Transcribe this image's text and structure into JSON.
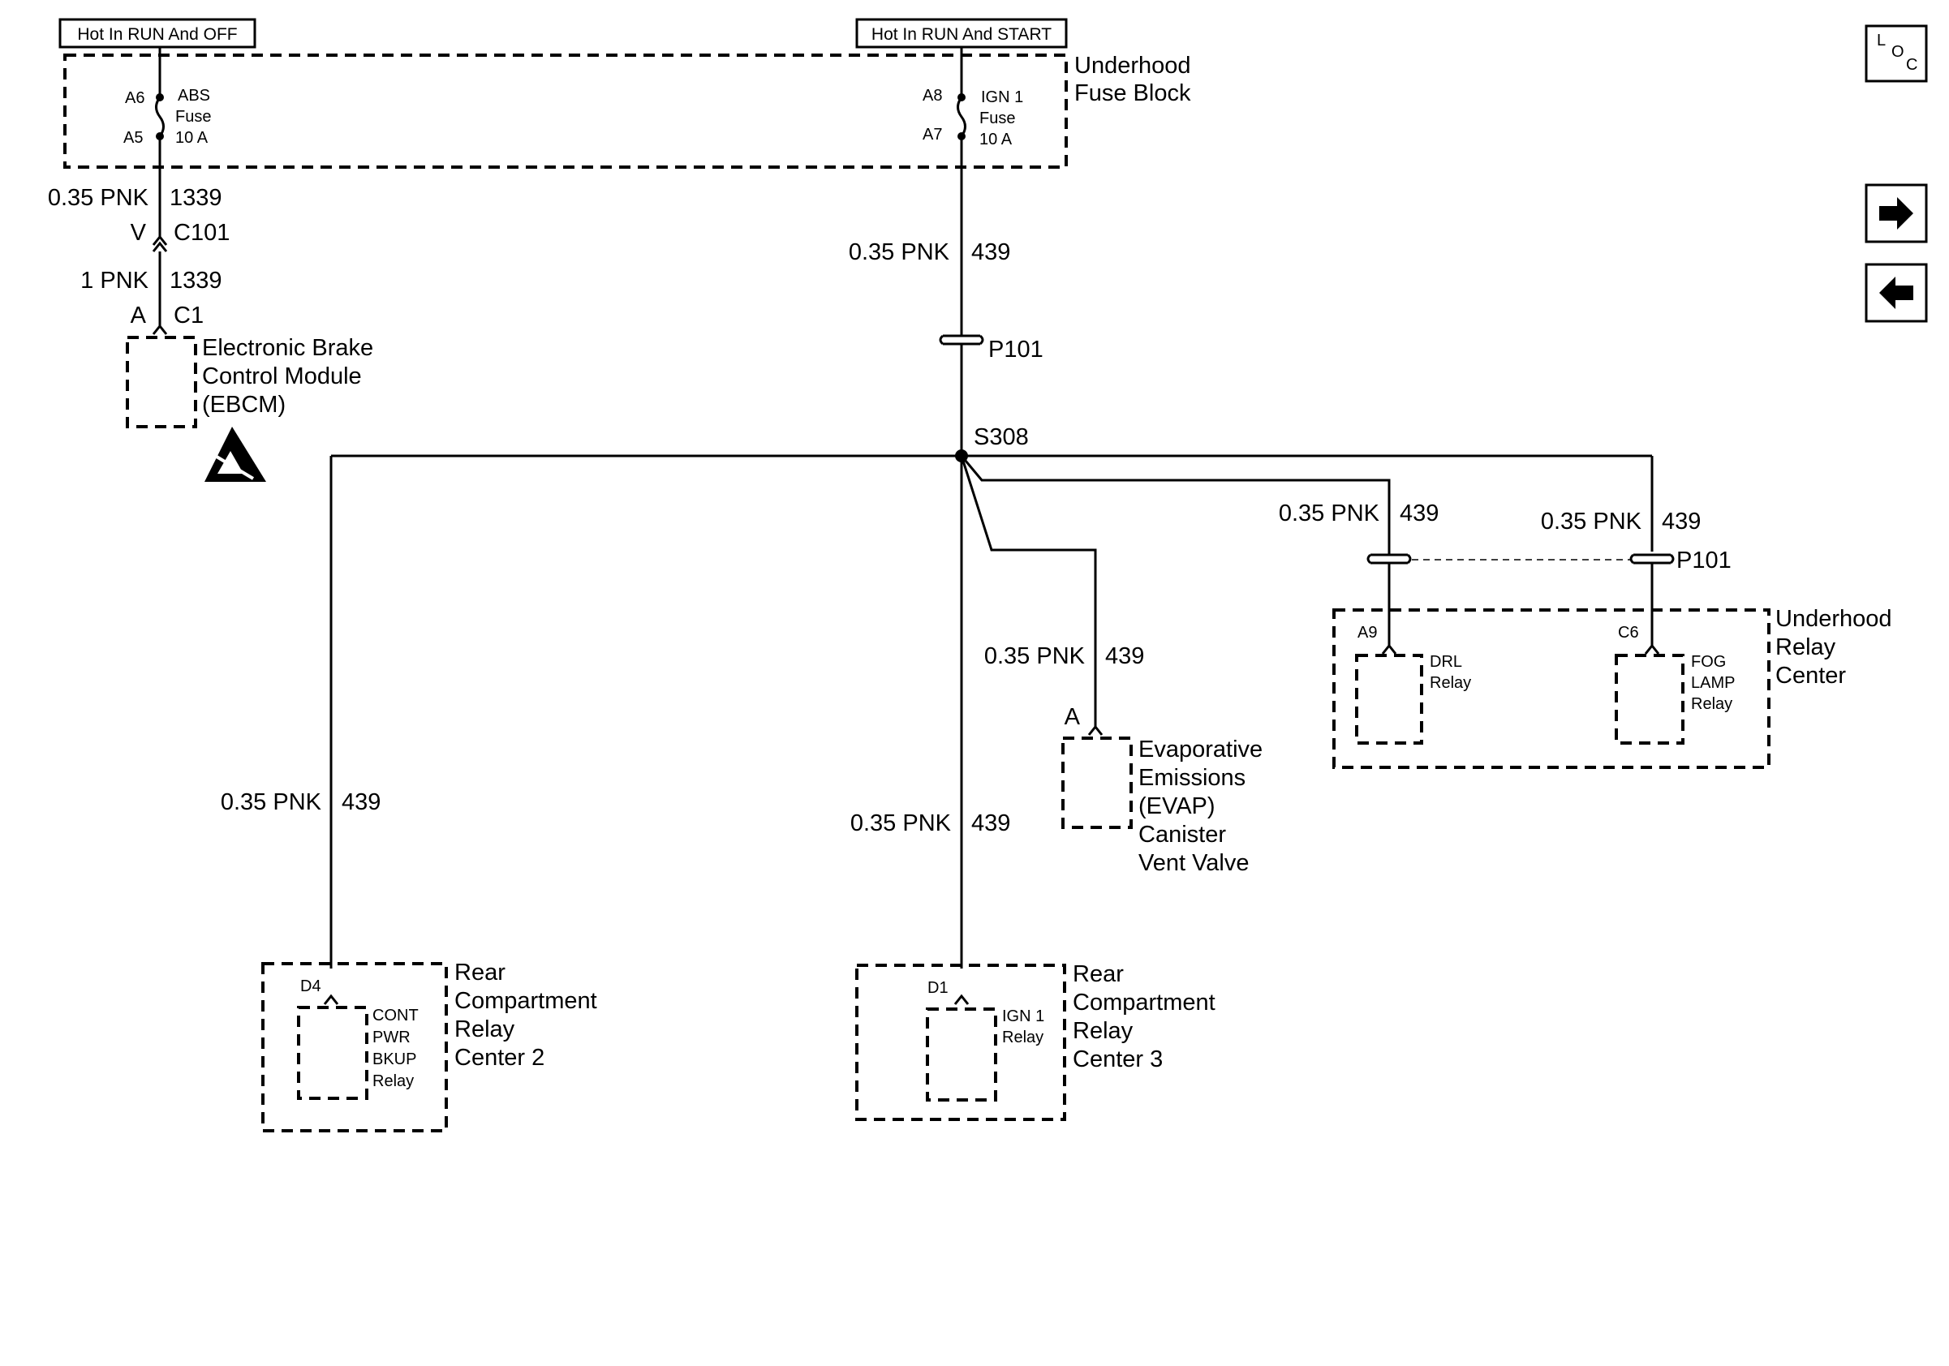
{
  "power": {
    "hot_run_off": "Hot In RUN And OFF",
    "hot_run_start": "Hot In RUN And START"
  },
  "fuse_block": {
    "title_1": "Underhood",
    "title_2": "Fuse Block",
    "abs_fuse": {
      "pin_in": "A6",
      "pin_out": "A5",
      "l1": "ABS",
      "l2": "Fuse",
      "l3": "10 A"
    },
    "ign_fuse": {
      "pin_in": "A8",
      "pin_out": "A7",
      "l1": "IGN 1",
      "l2": "Fuse",
      "l3": "10 A"
    }
  },
  "ebcm_circuit": {
    "wire1_gauge": "0.35 PNK",
    "wire1_circuit": "1339",
    "c101_pin": "V",
    "c101": "C101",
    "wire2_gauge": "1 PNK",
    "wire2_circuit": "1339",
    "c1_pin": "A",
    "c1": "C1",
    "module_l1": "Electronic Brake",
    "module_l2": "Control Module",
    "module_l3": "(EBCM)"
  },
  "main_feed": {
    "gauge": "0.35 PNK",
    "circuit": "439",
    "p101": "P101",
    "splice": "S308"
  },
  "drl_branch": {
    "gauge": "0.35 PNK",
    "circuit": "439"
  },
  "fog_branch": {
    "gauge": "0.35 PNK",
    "circuit": "439",
    "p101": "P101"
  },
  "relay_center": {
    "title_1": "Underhood",
    "title_2": "Relay",
    "title_3": "Center",
    "drl_pin": "A9",
    "drl_l1": "DRL",
    "drl_l2": "Relay",
    "fog_pin": "C6",
    "fog_l1": "FOG",
    "fog_l2": "LAMP",
    "fog_l3": "Relay"
  },
  "evap": {
    "gauge": "0.35 PNK",
    "circuit": "439",
    "pin": "A",
    "l1": "Evaporative",
    "l2": "Emissions",
    "l3": "(EVAP)",
    "l4": "Canister",
    "l5": "Vent Valve"
  },
  "rear2": {
    "gauge": "0.35 PNK",
    "circuit": "439",
    "pin": "D4",
    "relay_l1": "CONT",
    "relay_l2": "PWR",
    "relay_l3": "BKUP",
    "relay_l4": "Relay",
    "title_1": "Rear",
    "title_2": "Compartment",
    "title_3": "Relay",
    "title_4": "Center 2"
  },
  "rear3": {
    "gauge": "0.35 PNK",
    "circuit": "439",
    "pin": "D1",
    "relay_l1": "IGN 1",
    "relay_l2": "Relay",
    "title_1": "Rear",
    "title_2": "Compartment",
    "title_3": "Relay",
    "title_4": "Center 3"
  },
  "nav": {
    "loc_l": "L",
    "loc_o": "O",
    "loc_c": "C",
    "next_icon": "arrow-right-icon",
    "prev_icon": "arrow-left-icon"
  }
}
